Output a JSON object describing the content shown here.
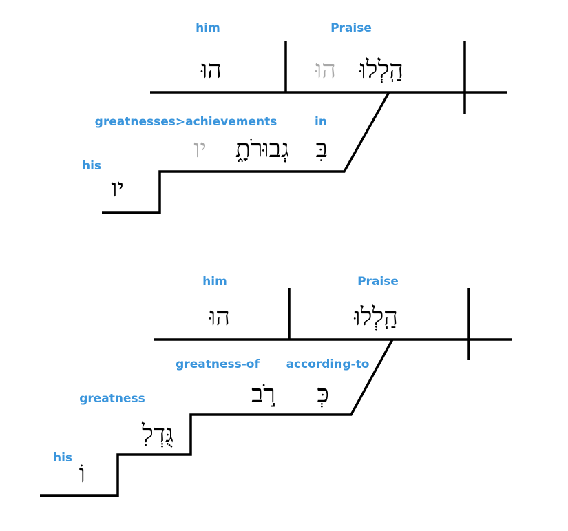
{
  "colors": {
    "label": "#3a95dc",
    "hebrew": "#000000",
    "hebrew_suffix": "#a8a8a8",
    "lines": "#000000"
  },
  "diagram1": {
    "subject": {
      "gloss": "him",
      "hebrew": "הוּ"
    },
    "verb": {
      "gloss": "Praise",
      "hebrew": "הַֽלְלוּ",
      "hebrew_suffix": "הוּ"
    },
    "preposition": {
      "gloss": "in",
      "hebrew": "בִּ"
    },
    "object": {
      "gloss": "greatnesses>achievements",
      "hebrew": "גְבוּרֹתָ֑",
      "hebrew_suffix": "יו"
    },
    "modifier": {
      "gloss": "his",
      "hebrew": "יו"
    }
  },
  "diagram2": {
    "subject": {
      "gloss": "him",
      "hebrew": "הוּ"
    },
    "verb": {
      "gloss": "Praise",
      "hebrew": "הַֽלְלוּ"
    },
    "preposition": {
      "gloss": "according-to",
      "hebrew": "כְּ"
    },
    "object": {
      "gloss": "greatness-of",
      "hebrew": "רֹ֣ב"
    },
    "genitive": {
      "gloss": "greatness",
      "hebrew": "גֻּדְלֽ"
    },
    "modifier": {
      "gloss": "his",
      "hebrew": "וֹ"
    }
  }
}
